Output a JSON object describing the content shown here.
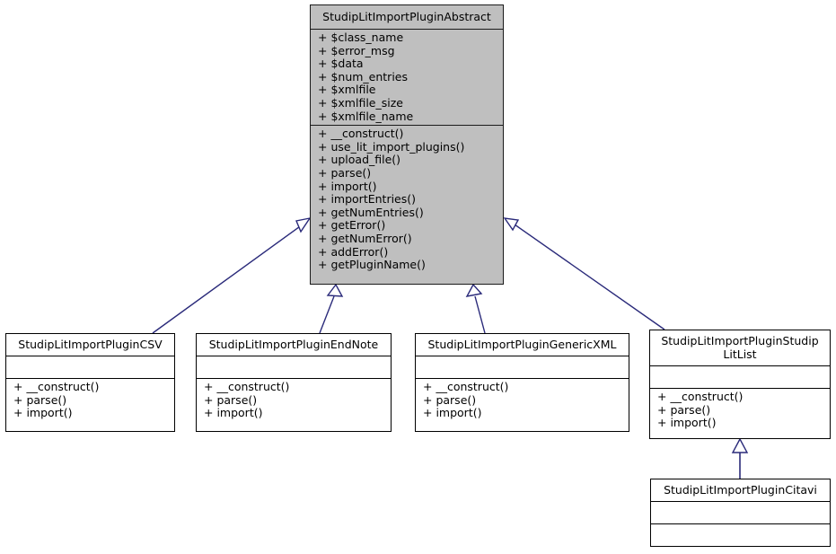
{
  "diagram": {
    "type": "uml-class-inheritance-diagram",
    "background_color": "#ffffff",
    "edge_color": "#2a2a7a",
    "abstract_fill_color": "#bfbfbf",
    "class_fill_color": "#ffffff",
    "border_color": "#000000",
    "classes": {
      "abstract": {
        "name": "StudipLitImportPluginAbstract",
        "attributes": [
          "+ $class_name",
          "+ $error_msg",
          "+ $data",
          "+ $num_entries",
          "+ $xmlfile",
          "+ $xmlfile_size",
          "+ $xmlfile_name"
        ],
        "methods": [
          "+ __construct()",
          "+ use_lit_import_plugins()",
          "+ upload_file()",
          "+ parse()",
          "+ import()",
          "+ importEntries()",
          "+ getNumEntries()",
          "+ getError()",
          "+ getNumError()",
          "+ addError()",
          "+ getPluginName()"
        ]
      },
      "csv": {
        "name": "StudipLitImportPluginCSV",
        "attributes": [],
        "methods": [
          "+ __construct()",
          "+ parse()",
          "+ import()"
        ]
      },
      "endnote": {
        "name": "StudipLitImportPluginEndNote",
        "attributes": [],
        "methods": [
          "+ __construct()",
          "+ parse()",
          "+ import()"
        ]
      },
      "genericxml": {
        "name": "StudipLitImportPluginGenericXML",
        "attributes": [],
        "methods": [
          "+ __construct()",
          "+ parse()",
          "+ import()"
        ]
      },
      "studiplitlist": {
        "name": "StudipLitImportPluginStudip\nLitList",
        "attributes": [],
        "methods": [
          "+ __construct()",
          "+ parse()",
          "+ import()"
        ]
      },
      "citavi": {
        "name": "StudipLitImportPluginCitavi",
        "attributes": [],
        "methods": []
      }
    },
    "relations": [
      {
        "from": "StudipLitImportPluginCSV",
        "to": "StudipLitImportPluginAbstract",
        "kind": "generalization"
      },
      {
        "from": "StudipLitImportPluginEndNote",
        "to": "StudipLitImportPluginAbstract",
        "kind": "generalization"
      },
      {
        "from": "StudipLitImportPluginGenericXML",
        "to": "StudipLitImportPluginAbstract",
        "kind": "generalization"
      },
      {
        "from": "StudipLitImportPluginStudipLitList",
        "to": "StudipLitImportPluginAbstract",
        "kind": "generalization"
      },
      {
        "from": "StudipLitImportPluginCitavi",
        "to": "StudipLitImportPluginStudipLitList",
        "kind": "generalization"
      }
    ]
  }
}
